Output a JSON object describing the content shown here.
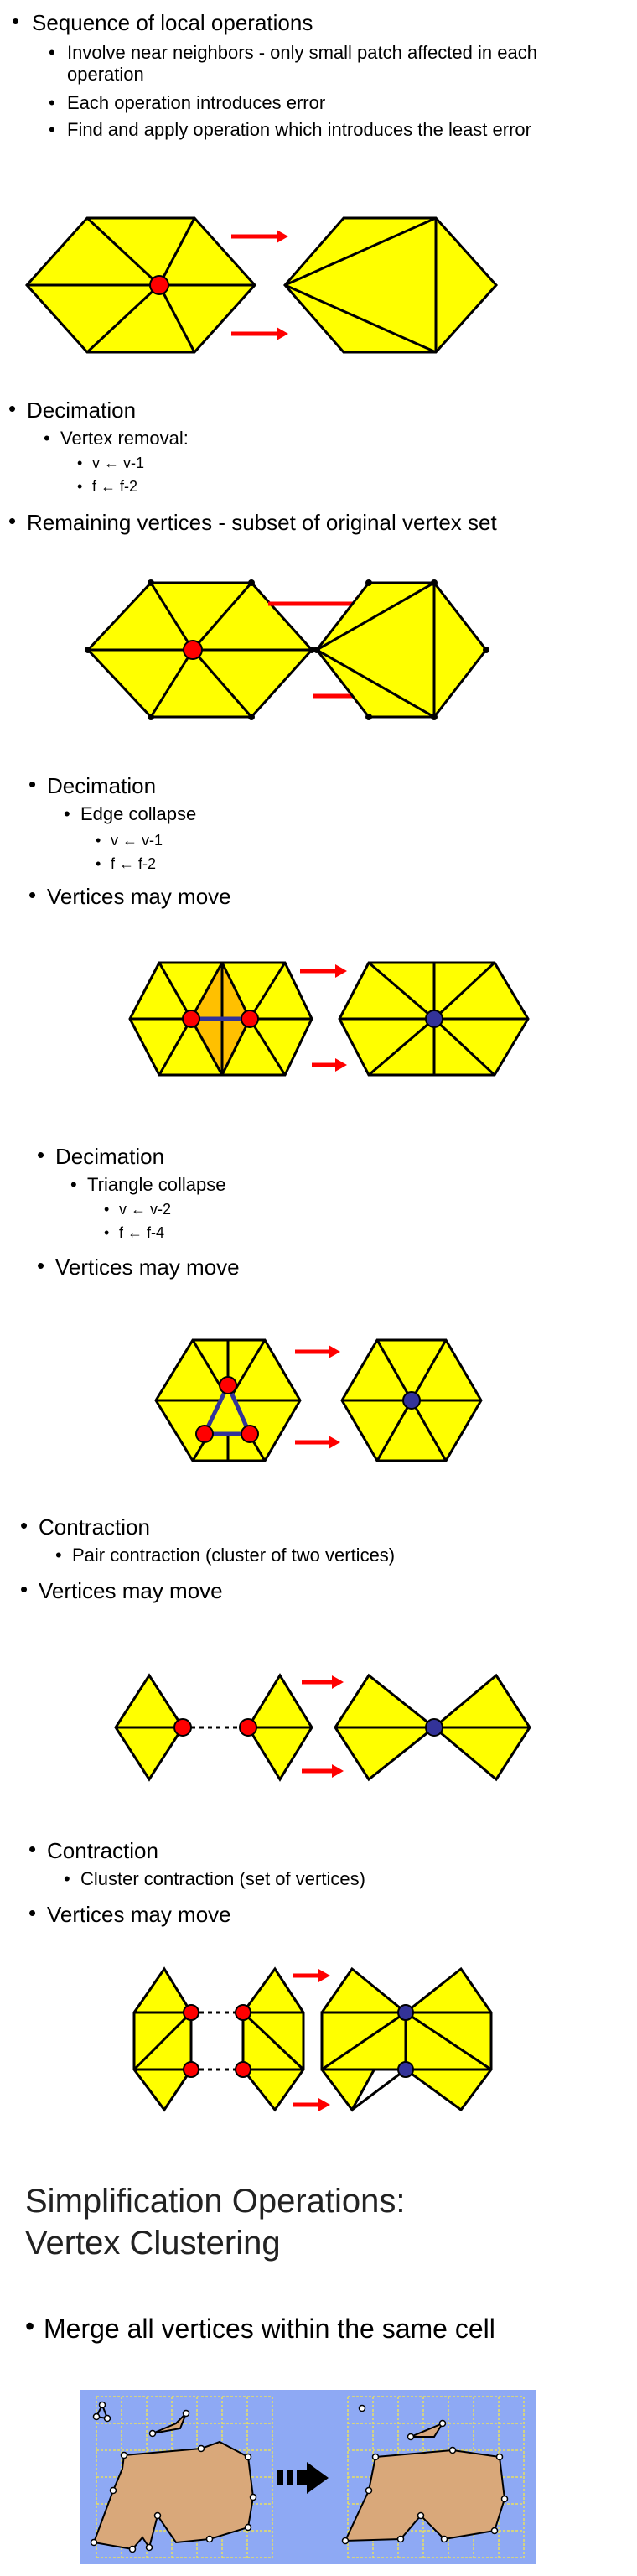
{
  "slides": [
    {
      "bullets": [
        {
          "level": 1,
          "text": "Sequence of local operations"
        },
        {
          "level": 2,
          "text": "Involve near neighbors - only small patch affected in each operation"
        },
        {
          "level": 2,
          "text": "Each operation introduces error"
        },
        {
          "level": 2,
          "text": "Find and apply operation which introduces the least error"
        }
      ]
    },
    {
      "bullets": [
        {
          "level": 1,
          "text": "Decimation"
        },
        {
          "level": 2,
          "text": "Vertex removal:"
        },
        {
          "level": 3,
          "text": "v ← v-1"
        },
        {
          "level": 3,
          "text": "f ← f-2"
        },
        {
          "level": 1,
          "text": "Remaining vertices - subset of original vertex set"
        }
      ]
    },
    {
      "bullets": [
        {
          "level": 1,
          "text": "Decimation"
        },
        {
          "level": 2,
          "text": "Edge collapse"
        },
        {
          "level": 3,
          "text": "v ← v-1"
        },
        {
          "level": 3,
          "text": "f ← f-2"
        },
        {
          "level": 1,
          "text": "Vertices may move"
        }
      ]
    },
    {
      "bullets": [
        {
          "level": 1,
          "text": "Decimation"
        },
        {
          "level": 2,
          "text": "Triangle collapse"
        },
        {
          "level": 3,
          "text": "v ← v-2"
        },
        {
          "level": 3,
          "text": "f ← f-4"
        },
        {
          "level": 1,
          "text": "Vertices may move"
        }
      ]
    },
    {
      "bullets": [
        {
          "level": 1,
          "text": "Contraction"
        },
        {
          "level": 2,
          "text": "Pair contraction (cluster of two vertices)"
        },
        {
          "level": 1,
          "text": "Vertices may move"
        }
      ]
    },
    {
      "bullets": [
        {
          "level": 1,
          "text": "Contraction"
        },
        {
          "level": 2,
          "text": "Cluster contraction (set of vertices)"
        },
        {
          "level": 1,
          "text": "Vertices may move"
        }
      ]
    },
    {
      "title_line1": "Simplification Operations:",
      "title_line2": "Vertex Clustering",
      "bullets": [
        {
          "level": 1,
          "text": "Merge all vertices within the same cell"
        }
      ]
    }
  ],
  "colors": {
    "mesh_fill": "#FFFF00",
    "highlight_fill": "#FFC000",
    "removed_vertex": "#FF0000",
    "merged_vertex": "#333399",
    "arrow": "#FF0000",
    "grid_background": "#8EA9F4",
    "grid_lines": "#E8E060",
    "polygon_fill": "#D9A87A"
  }
}
